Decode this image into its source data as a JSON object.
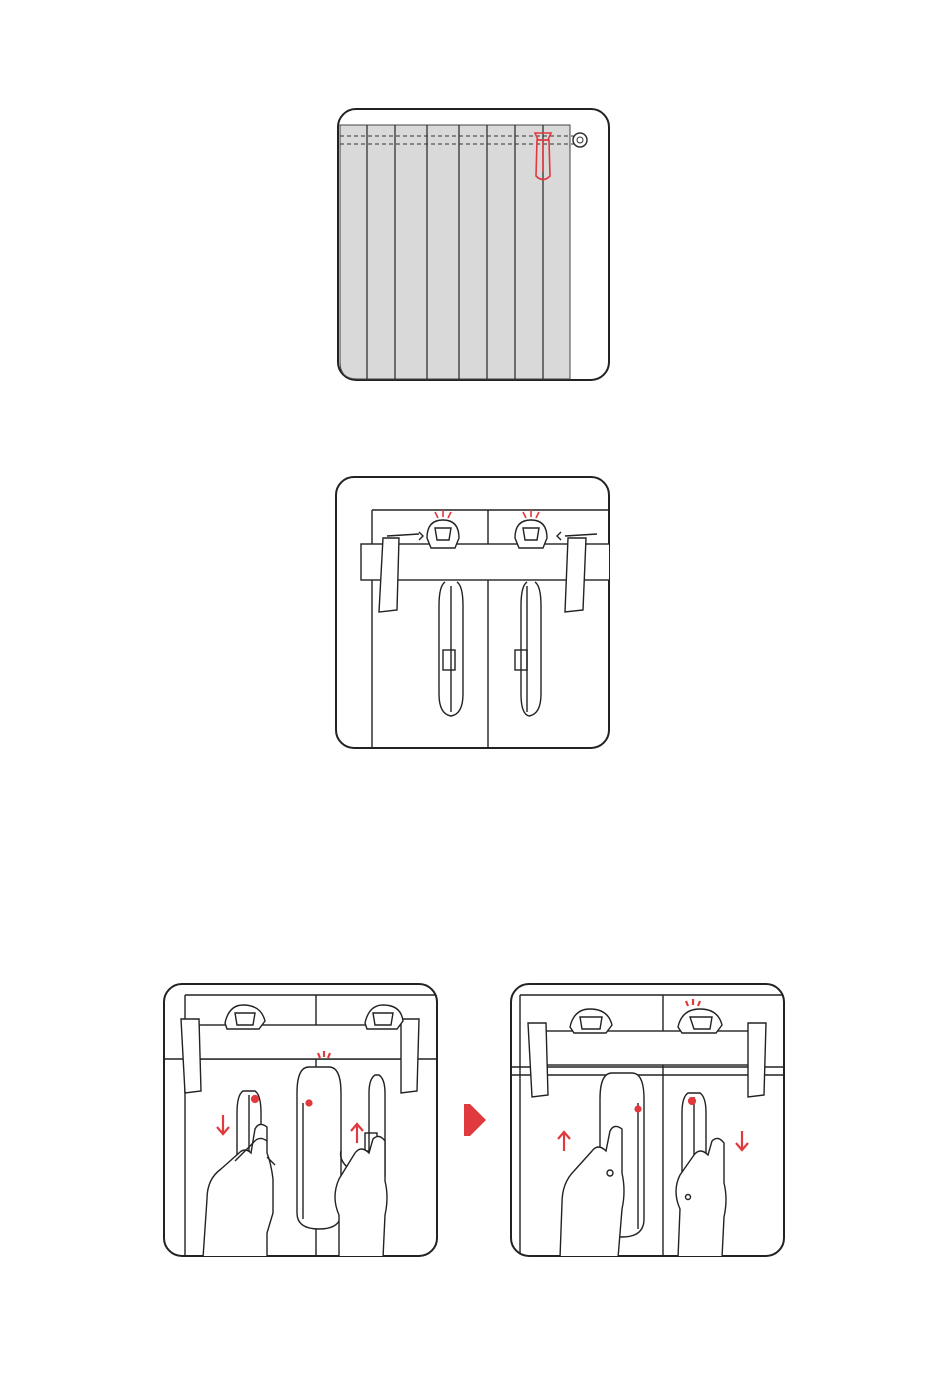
{
  "colors": {
    "stroke": "#222222",
    "accent": "#e0393e",
    "curtain_fill": "#d9d9d9",
    "background": "#ffffff"
  },
  "panels": [
    {
      "name": "curtain-overview",
      "icons": [
        "curtain-icon",
        "curtain-motor-icon",
        "curtain-ring-icon"
      ]
    },
    {
      "name": "two-motors-on-rail",
      "icons": [
        "curtain-rail-icon",
        "motor-unit-icon",
        "indicator-light-icon"
      ]
    },
    {
      "name": "pairing-step-1",
      "icons": [
        "hand-icon",
        "arrow-down-icon",
        "arrow-up-icon",
        "motor-unit-icon"
      ]
    },
    {
      "name": "pairing-step-2",
      "icons": [
        "hand-icon",
        "arrow-up-icon",
        "arrow-down-icon",
        "motor-unit-icon"
      ]
    }
  ],
  "step_arrow_icon": "triangle-right-icon"
}
